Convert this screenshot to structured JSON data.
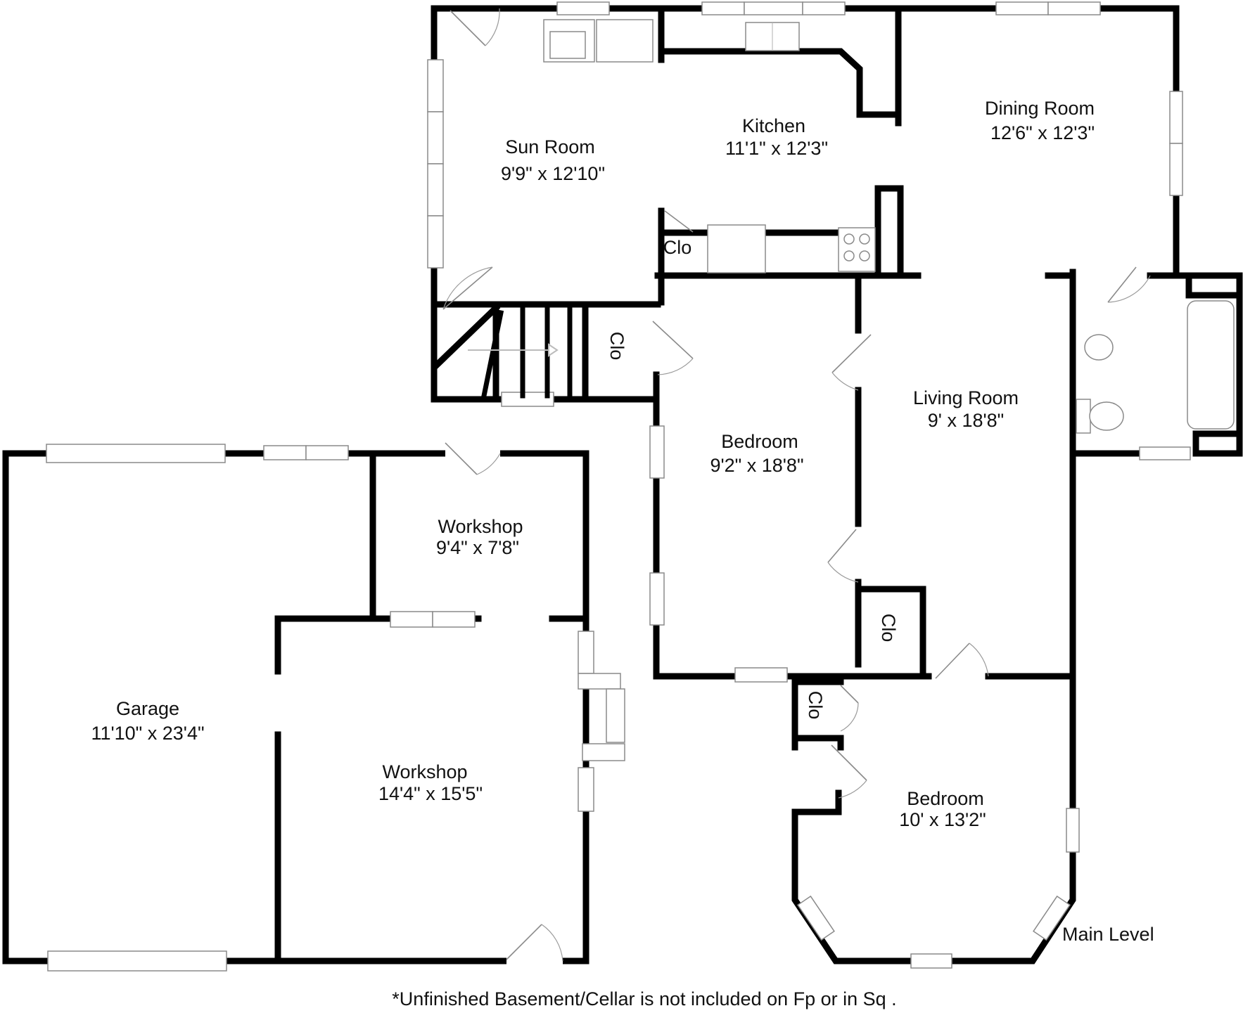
{
  "rooms": {
    "sun_room": {
      "name": "Sun Room",
      "dims": "9'9\" x 12'10\""
    },
    "kitchen": {
      "name": "Kitchen",
      "dims": "11'1\" x 12'3\""
    },
    "dining_room": {
      "name": "Dining Room",
      "dims": "12'6\" x 12'3\""
    },
    "living_room": {
      "name": "Living Room",
      "dims": "9' x 18'8\""
    },
    "bedroom_1": {
      "name": "Bedroom",
      "dims": "9'2\" x 18'8\""
    },
    "bedroom_2": {
      "name": "Bedroom",
      "dims": "10' x 13'2\""
    },
    "workshop_small": {
      "name": "Workshop",
      "dims": "9'4\" x 7'8\""
    },
    "workshop_large": {
      "name": "Workshop",
      "dims": "14'4\" x 15'5\""
    },
    "garage": {
      "name": "Garage",
      "dims": "11'10\" x 23'4\""
    }
  },
  "closets": {
    "kitchen_clo": "Clo",
    "stair_clo": "Clo",
    "living_clo": "Clo",
    "bedroom_clo": "Clo"
  },
  "level_label": "Main Level",
  "footnote": "*Unfinished Basement/Cellar is not included on Fp or in Sq ."
}
